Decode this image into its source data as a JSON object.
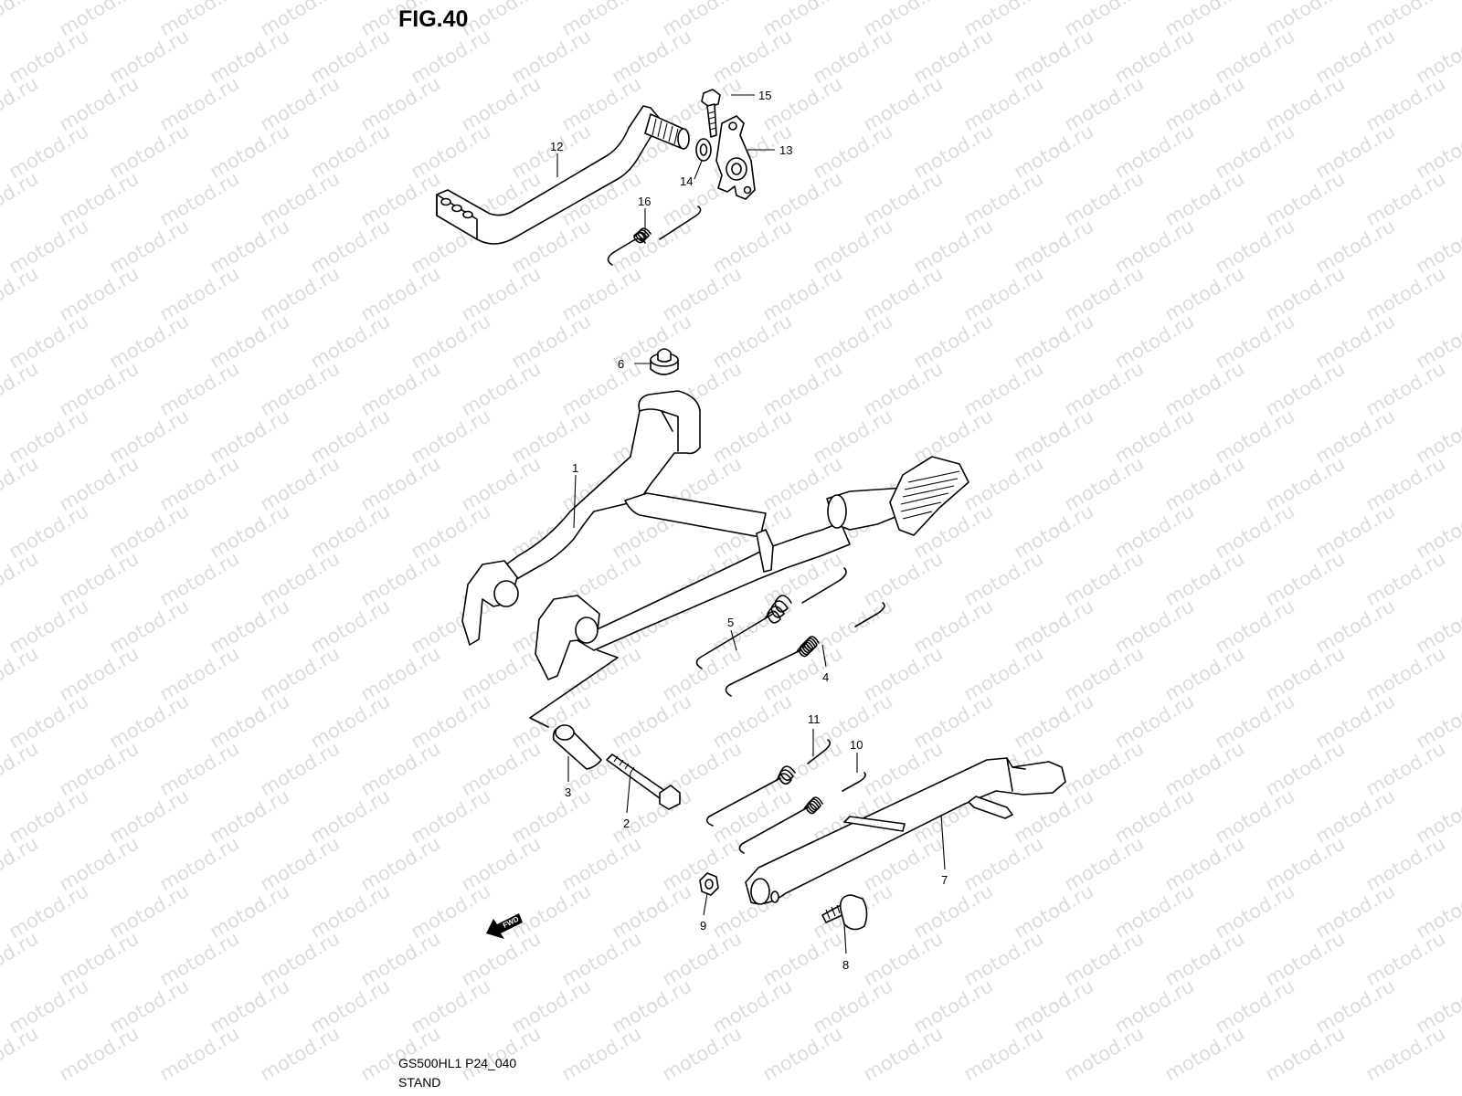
{
  "figure_title": "FIG.40",
  "footer": {
    "model_code": "GS500HL1 P24_040",
    "section": "STAND"
  },
  "watermark_text": "motod.ru",
  "fwd_label": "FWD",
  "callouts": {
    "c1": "1",
    "c2": "2",
    "c3": "3",
    "c4": "4",
    "c5": "5",
    "c6": "6",
    "c7": "7",
    "c8": "8",
    "c9": "9",
    "c10": "10",
    "c11": "11",
    "c12": "12",
    "c13": "13",
    "c14": "14",
    "c15": "15",
    "c16": "16"
  },
  "colors": {
    "ink": "#000000",
    "watermark": "#dcdcdc",
    "background": "#ffffff"
  }
}
